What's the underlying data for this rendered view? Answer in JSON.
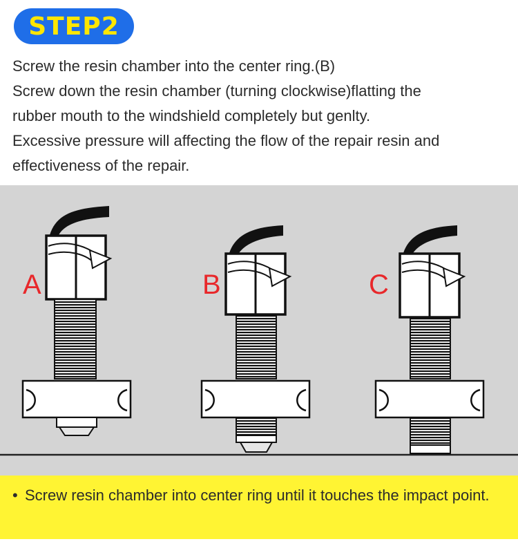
{
  "header": {
    "step_label": "STEP2"
  },
  "intro": {
    "lines": [
      "Screw the resin chamber into the center ring.(B)",
      "Screw down the resin chamber (turning clockwise)flatting the",
      "rubber mouth to the windshield completely but genlty.",
      "Excessive pressure will affecting the flow of the repair resin and",
      "effectiveness of the repair."
    ]
  },
  "diagram": {
    "labels": {
      "a": "A",
      "b": "B",
      "c": "C"
    },
    "label_color": "#e8282b"
  },
  "note": {
    "bullet": "•",
    "text": "Screw resin chamber into center ring until it touches the impact point."
  }
}
